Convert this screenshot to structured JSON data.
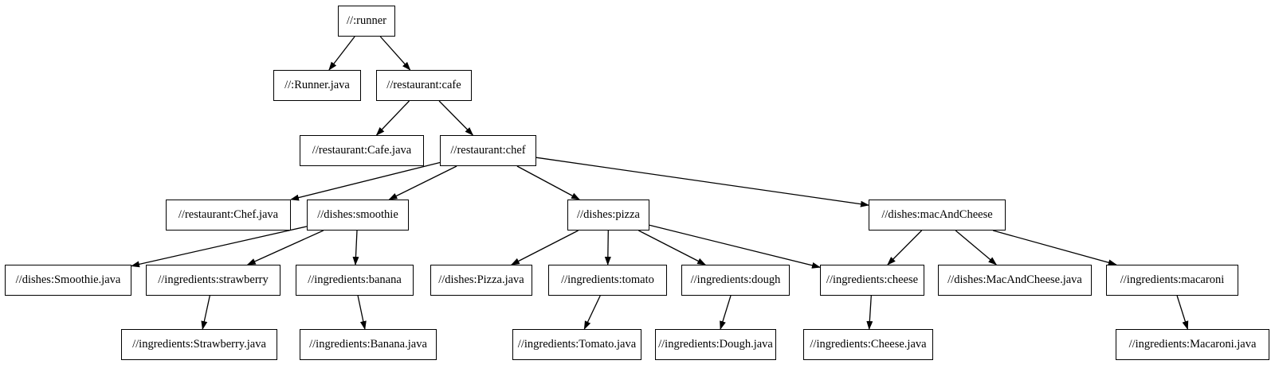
{
  "diagram": {
    "type": "dependency-graph",
    "colors": {
      "background": "#ffffff",
      "node_border": "#000000",
      "node_fill": "#ffffff",
      "edge": "#000000",
      "text": "#000000"
    },
    "nodes": [
      {
        "id": "runner",
        "label": "//:runner"
      },
      {
        "id": "runner_java",
        "label": "//:Runner.java"
      },
      {
        "id": "cafe",
        "label": "//restaurant:cafe"
      },
      {
        "id": "cafe_java",
        "label": "//restaurant:Cafe.java"
      },
      {
        "id": "chef",
        "label": "//restaurant:chef"
      },
      {
        "id": "chef_java",
        "label": "//restaurant:Chef.java"
      },
      {
        "id": "smoothie",
        "label": "//dishes:smoothie"
      },
      {
        "id": "pizza",
        "label": "//dishes:pizza"
      },
      {
        "id": "mac_and_cheese",
        "label": "//dishes:macAndCheese"
      },
      {
        "id": "smoothie_java",
        "label": "//dishes:Smoothie.java"
      },
      {
        "id": "strawberry",
        "label": "//ingredients:strawberry"
      },
      {
        "id": "banana",
        "label": "//ingredients:banana"
      },
      {
        "id": "pizza_java",
        "label": "//dishes:Pizza.java"
      },
      {
        "id": "tomato",
        "label": "//ingredients:tomato"
      },
      {
        "id": "dough",
        "label": "//ingredients:dough"
      },
      {
        "id": "cheese",
        "label": "//ingredients:cheese"
      },
      {
        "id": "mac_and_cheese_java",
        "label": "//dishes:MacAndCheese.java"
      },
      {
        "id": "macaroni",
        "label": "//ingredients:macaroni"
      },
      {
        "id": "strawberry_java",
        "label": "//ingredients:Strawberry.java"
      },
      {
        "id": "banana_java",
        "label": "//ingredients:Banana.java"
      },
      {
        "id": "tomato_java",
        "label": "//ingredients:Tomato.java"
      },
      {
        "id": "dough_java",
        "label": "//ingredients:Dough.java"
      },
      {
        "id": "cheese_java",
        "label": "//ingredients:Cheese.java"
      },
      {
        "id": "macaroni_java",
        "label": "//ingredients:Macaroni.java"
      }
    ],
    "edges": [
      {
        "from": "runner",
        "to": "runner_java"
      },
      {
        "from": "runner",
        "to": "cafe"
      },
      {
        "from": "cafe",
        "to": "cafe_java"
      },
      {
        "from": "cafe",
        "to": "chef"
      },
      {
        "from": "chef",
        "to": "chef_java"
      },
      {
        "from": "chef",
        "to": "smoothie"
      },
      {
        "from": "chef",
        "to": "pizza"
      },
      {
        "from": "chef",
        "to": "mac_and_cheese"
      },
      {
        "from": "smoothie",
        "to": "smoothie_java"
      },
      {
        "from": "smoothie",
        "to": "strawberry"
      },
      {
        "from": "smoothie",
        "to": "banana"
      },
      {
        "from": "strawberry",
        "to": "strawberry_java"
      },
      {
        "from": "banana",
        "to": "banana_java"
      },
      {
        "from": "pizza",
        "to": "pizza_java"
      },
      {
        "from": "pizza",
        "to": "tomato"
      },
      {
        "from": "pizza",
        "to": "dough"
      },
      {
        "from": "pizza",
        "to": "cheese"
      },
      {
        "from": "tomato",
        "to": "tomato_java"
      },
      {
        "from": "dough",
        "to": "dough_java"
      },
      {
        "from": "cheese",
        "to": "cheese_java"
      },
      {
        "from": "mac_and_cheese",
        "to": "cheese"
      },
      {
        "from": "mac_and_cheese",
        "to": "mac_and_cheese_java"
      },
      {
        "from": "mac_and_cheese",
        "to": "macaroni"
      },
      {
        "from": "macaroni",
        "to": "macaroni_java"
      }
    ]
  }
}
